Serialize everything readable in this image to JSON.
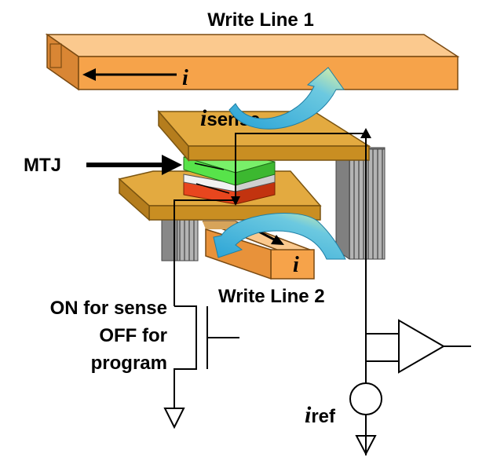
{
  "labels": {
    "write_line_1": "Write Line 1",
    "write_line_2": "Write Line 2",
    "mtj": "MTJ",
    "on_for_sense": "ON for sense",
    "off_for": "OFF for",
    "program": "program",
    "i_symbol": "i",
    "sense_sub": "sense",
    "ref_sub": "ref"
  },
  "colors": {
    "write_line": "#f6a34a",
    "write_line_top": "#fbc98e",
    "electrode": "#d9a23b",
    "electrode_top": "#c99426",
    "mtj_green": "#57e34a",
    "mtj_white": "#f2f2f2",
    "mtj_red": "#e8461e",
    "field_arrow": "#27a9d6",
    "field_arrow_tip": "#d7f08a",
    "pillar": "#9a9a9a"
  }
}
